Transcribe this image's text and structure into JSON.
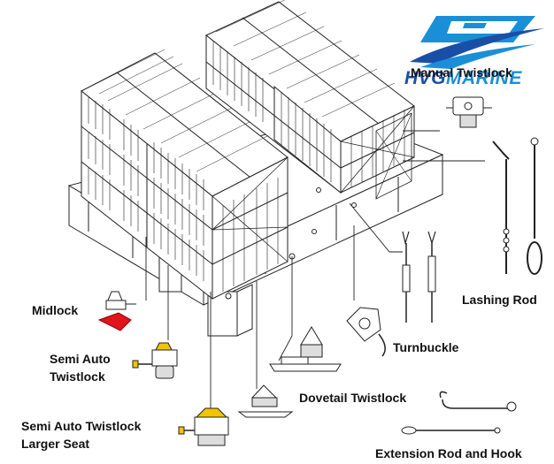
{
  "brand": {
    "logo_text_part1": "HVG",
    "logo_text_part2": "MARINE",
    "colors": {
      "dark_blue": "#1a4fa8",
      "light_blue": "#1a8fd8"
    }
  },
  "labels": {
    "manual_twistlock": "Manual Twistlock",
    "lashing_rod": "Lashing Rod",
    "midlock": "Midlock",
    "turnbuckle": "Turnbuckle",
    "semi_auto_twistlock_line1": "Semi Auto",
    "semi_auto_twistlock_line2": "Twistlock",
    "dovetail_twistlock": "Dovetail Twistlock",
    "semi_auto_larger_seat_line1": "Semi Auto Twistlock",
    "semi_auto_larger_seat_line2": "Larger Seat",
    "extension_rod_and_hook": "Extension Rod and Hook"
  },
  "accent_colors": {
    "midlock": "#e0141c",
    "semi_auto": "#f2c400"
  }
}
